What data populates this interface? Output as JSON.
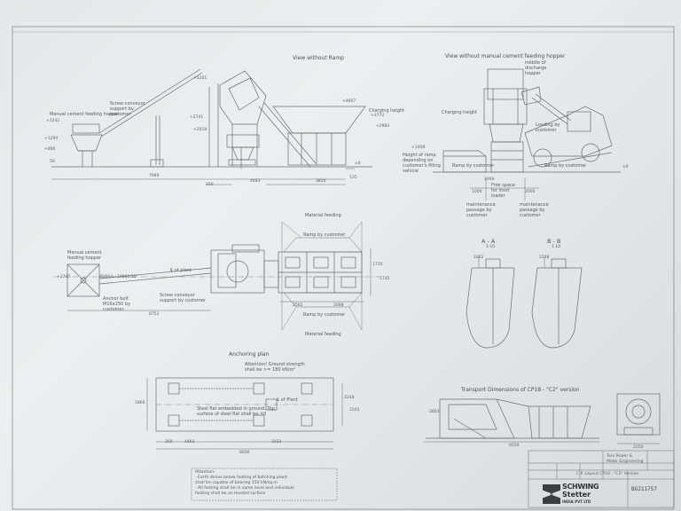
{
  "views": {
    "without_ramp": "View without Ramp",
    "without_hopper": "View without manual cement feeding hopper",
    "anchoring": "Anchoring plan",
    "transport": "Transport Dimensions of CP18 - \"C2\" version",
    "section_a": "A - A",
    "section_b": "B - B",
    "scale_a": "1:10",
    "scale_b": "1:10"
  },
  "labels": {
    "manual_hopper": "Manual cement feeding hopper",
    "screw_conveyor": "Screw conveyor support by customer",
    "charging_height": "Charging height",
    "middle_discharge": "middle of discharge hopper",
    "loading_by_customer": "Loading by customer",
    "ramp_by_customer": "Ramp by customer",
    "height_ramp": "Height of ramp depending on customer's filling vehicle",
    "material_feeding_top": "Material feeding",
    "ramp_top": "Ramp by customer",
    "ramp_bottom": "Ramp by customer",
    "material_feeding_bottom": "Material feeding",
    "manual_hopper_plan": "Manual cement feeding hopper",
    "anchor_bolt": "Anchor bolt M16x250 by customer",
    "screw_support_plan": "Screw conveyor support by customer",
    "plant_axis": "℄ of plant",
    "plant_axis_2": "℄ of Plant",
    "attention_top": "Attention! Ground strength shall be >= 180 kN/m²",
    "steel_plate": "Steel flat embedded in ground. Top surface of steel flat shall be ±0",
    "maint_passage_1": "maintenance passage by customer",
    "maint_passage_2": "maintenance passage by customer",
    "free_space": "Free space for front loader"
  },
  "dims": {
    "d1294": "+1294",
    "d1242": "+1242",
    "d806": "+806",
    "d50": "50",
    "d7946": "7946",
    "d250": "250",
    "d4483": "4483",
    "d3820": "3820",
    "d135": "135",
    "d5261": "+5261",
    "d2741": "+2741",
    "d2018": "+2018",
    "d4607": "+4607",
    "d3772": "+3772",
    "d2983": "+2983",
    "d40": "±0",
    "d1408": "+1408",
    "d1460": "1460",
    "d1000": "1000",
    "d2000": "2000",
    "d8752": "8752",
    "d166": "Ø166/L=10000/30°",
    "d2565": "2565",
    "d2088": "2088",
    "d1735": "1735",
    "d1745": "1745",
    "d1745b": "+1745",
    "d2248": "2248",
    "d2245": "2245",
    "d1860": "1860",
    "d8600": "8600",
    "d4463": "4463",
    "d3033": "3033",
    "d260": "260",
    "d9250": "9250",
    "d2863": "2863",
    "d2550": "2550",
    "d1862": "1862"
  },
  "attention": {
    "title": "Attention:",
    "line1": "- Earth stress below footing of batching plant",
    "line2": "  shall be capable of bearing 150 kN/sq.m",
    "line3": "- All footing shall be in same level and individual",
    "line4": "  footing shall be on leveled surface"
  },
  "title_block": {
    "company_line1": "SCHWING",
    "company_line2": "Stetter",
    "company_sub": "INDIA PVT LTD",
    "drawing_title": "C.P. Layout CP18 - \"C2\" Version",
    "drawing_number": "BG211757",
    "client_1": "Torx Power &",
    "client_2": "Motor Engineering"
  }
}
